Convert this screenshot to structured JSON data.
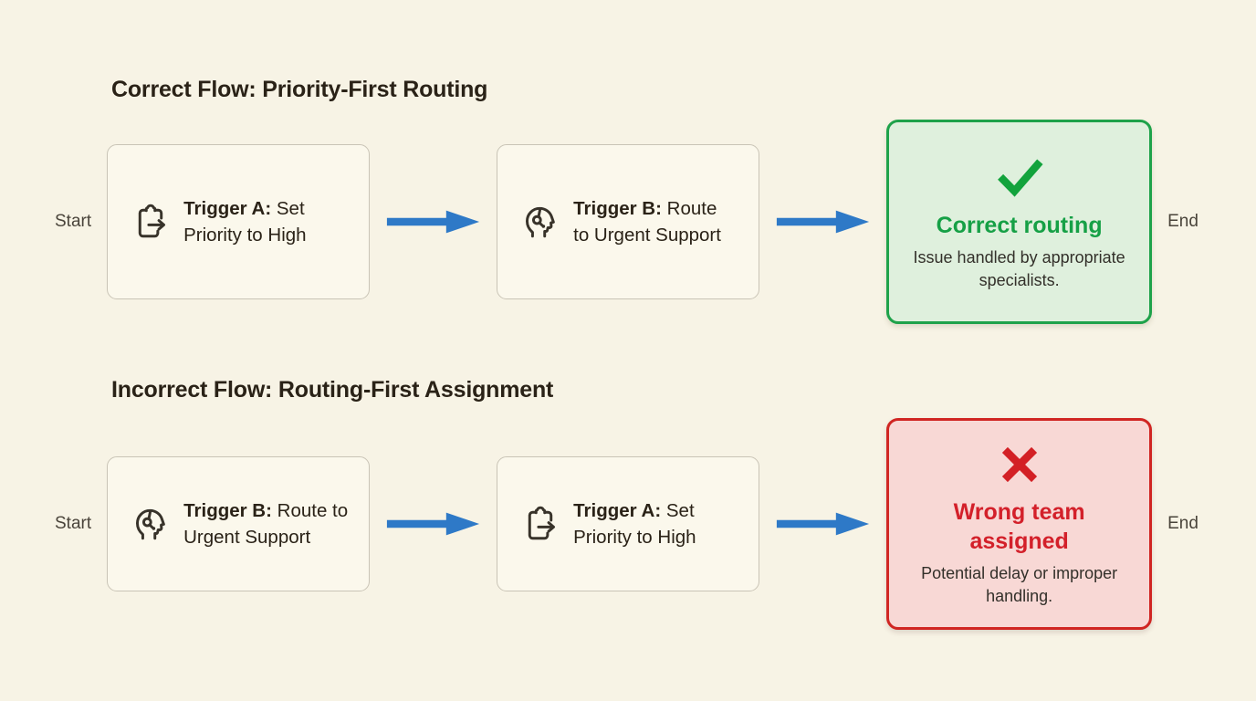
{
  "diagram": {
    "background_color": "#f7f3e5",
    "arrow_color": "#2e79c7",
    "flows": [
      {
        "title": "Correct Flow: Priority-First Routing",
        "start_label": "Start",
        "end_label": "End",
        "steps": [
          {
            "icon": "clipboard-arrow-icon",
            "label_bold": "Trigger A:",
            "label_rest": " Set Priority to High"
          },
          {
            "icon": "support-agent-icon",
            "label_bold": "Trigger B:",
            "label_rest": " Route to Urgent Support"
          }
        ],
        "outcome": {
          "status": "success",
          "icon": "check-icon",
          "title": "Correct routing",
          "description": "Issue handled by appropriate specialists.",
          "border_color": "#1ea24a",
          "fill_color": "#dff0dd",
          "text_color": "#16a046"
        }
      },
      {
        "title": "Incorrect Flow: Routing-First Assignment",
        "start_label": "Start",
        "end_label": "End",
        "steps": [
          {
            "icon": "support-agent-icon",
            "label_bold": "Trigger B:",
            "label_rest": " Route to Urgent Support"
          },
          {
            "icon": "clipboard-arrow-icon",
            "label_bold": "Trigger A:",
            "label_rest": " Set Priority to High"
          }
        ],
        "outcome": {
          "status": "error",
          "icon": "x-icon",
          "title": "Wrong team assigned",
          "description": "Potential delay or improper handling.",
          "border_color": "#d02522",
          "fill_color": "#f8d8d5",
          "text_color": "#d3202a"
        }
      }
    ]
  }
}
